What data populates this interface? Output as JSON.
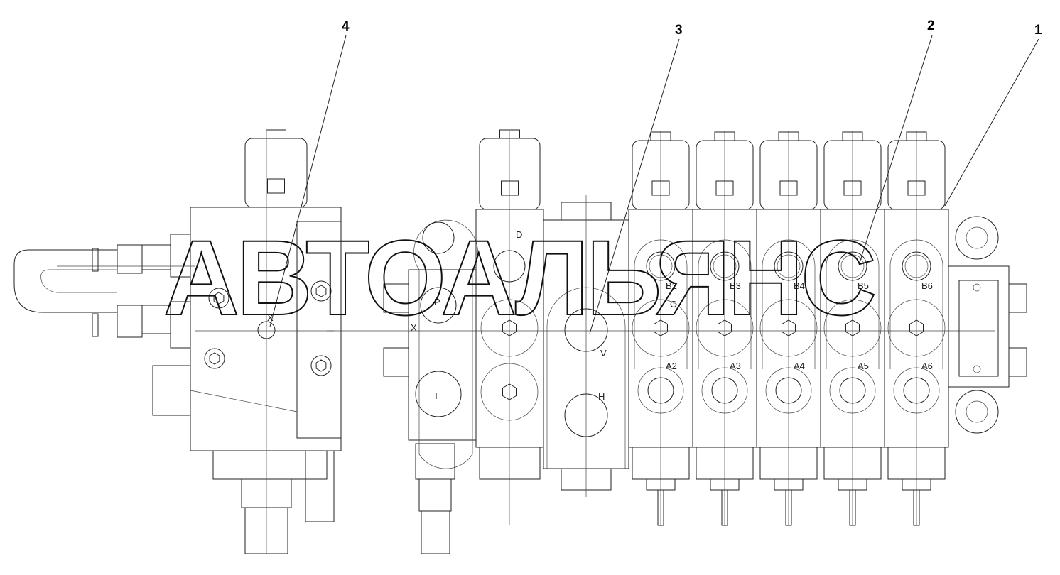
{
  "callouts": [
    {
      "id": "1",
      "text": "1"
    },
    {
      "id": "2",
      "text": "2"
    },
    {
      "id": "3",
      "text": "3"
    },
    {
      "id": "4",
      "text": "4"
    }
  ],
  "port_labels": {
    "d": "D",
    "p": "P",
    "x_left": "X",
    "x_main": "X",
    "t": "T",
    "v": "V",
    "h": "H",
    "c": "C",
    "b": [
      "B2",
      "B3",
      "B4",
      "B5",
      "B6"
    ],
    "a": [
      "A2",
      "A3",
      "A4",
      "A5",
      "A6"
    ]
  },
  "watermark": "АВТОАЛЬЯНС",
  "colors": {
    "line": "#222222",
    "background": "#ffffff"
  }
}
